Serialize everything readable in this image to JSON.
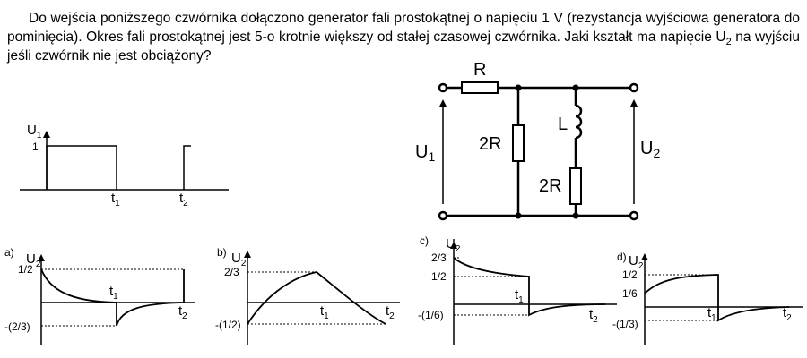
{
  "question": {
    "part1": "Do wejścia poniższego czwórnika dołączono generator fali prostokątnej o napięciu 1 V (rezystancja wyjściowa generatora do pominięcia). Okres fali prostokątnej jest 5-o krotnie większy od stałej czasowej czwórnika. Jaki kształt ma napięcie U",
    "sub": "2",
    "part2": " na wyjściu jeśli czwórnik nie jest obciążony?"
  },
  "input_graph": {
    "ylabel": "U",
    "ylabel_sub": "1",
    "ytick": "1",
    "xtick1": "t",
    "xtick1_sub": "1",
    "xtick2": "t",
    "xtick2_sub": "2"
  },
  "circuit": {
    "r_top": "R",
    "r_mid": "2R",
    "inductor": "L",
    "r_bottom": "2R",
    "in_label": "U",
    "in_sub": "1",
    "out_label": "U",
    "out_sub": "2"
  },
  "options": [
    {
      "letter": "a)",
      "ylabel": "U",
      "ylabel_sub": "2",
      "top_level": "1/2",
      "bottom_level": "-(2/3)",
      "t1": "t",
      "t1_sub": "1",
      "t2": "t",
      "t2_sub": "2"
    },
    {
      "letter": "b)",
      "ylabel": "U",
      "ylabel_sub": "2",
      "top_level": "2/3",
      "bottom_level": "-(1/2)",
      "t1": "t",
      "t1_sub": "1",
      "t2": "t",
      "t2_sub": "2"
    },
    {
      "letter": "c)",
      "ylabel": "U",
      "ylabel_sub": "2",
      "top_level": "2/3",
      "mid_level": "1/2",
      "bottom_level": "-(1/6)",
      "t1": "t",
      "t1_sub": "1",
      "t2": "t",
      "t2_sub": "2"
    },
    {
      "letter": "d)",
      "ylabel": "U",
      "ylabel_sub": "2",
      "top_level": "1/2",
      "mid_level": "1/6",
      "bottom_level": "-(1/3)",
      "t1": "t",
      "t1_sub": "1",
      "t2": "t",
      "t2_sub": "2"
    }
  ]
}
